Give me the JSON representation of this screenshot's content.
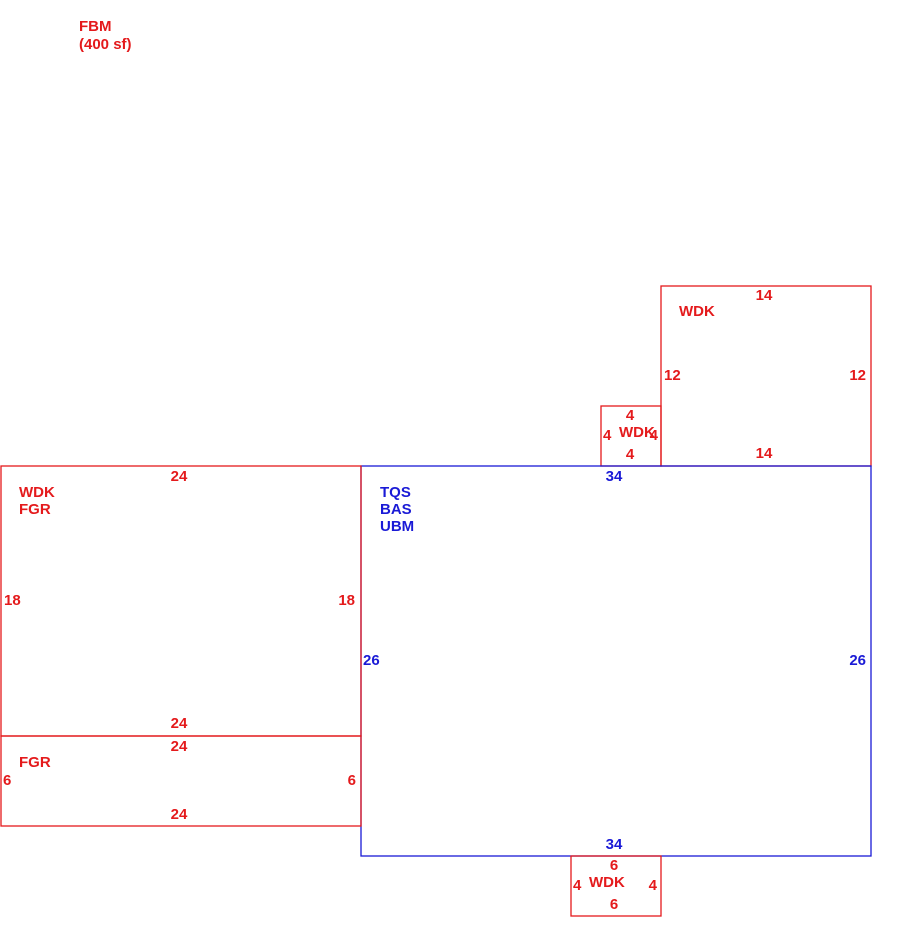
{
  "legend": {
    "code": "FBM",
    "area": "(400 sf)"
  },
  "colors": {
    "red": "#e41a1c",
    "blue": "#1a1ad6"
  },
  "areas": {
    "main": {
      "labels": [
        "TQS",
        "BAS",
        "UBM"
      ],
      "top": "34",
      "bottom": "34",
      "left": "26",
      "right": "26"
    },
    "left_upper": {
      "labels": [
        "WDK",
        "FGR"
      ],
      "top": "24",
      "bottom": "24",
      "left": "18",
      "right": "18"
    },
    "left_lower": {
      "labels": [
        "FGR"
      ],
      "top": "24",
      "bottom": "24",
      "left": "6",
      "right": "6"
    },
    "deck_top_right": {
      "labels": [
        "WDK"
      ],
      "top": "14",
      "bottom": "14",
      "left": "12",
      "right": "12"
    },
    "deck_small_top": {
      "labels": [
        "WDK"
      ],
      "top": "4",
      "bottom": "4",
      "left": "4",
      "right": "4"
    },
    "deck_bottom": {
      "labels": [
        "WDK"
      ],
      "top": "6",
      "bottom": "6",
      "left": "4",
      "right": "4"
    }
  }
}
